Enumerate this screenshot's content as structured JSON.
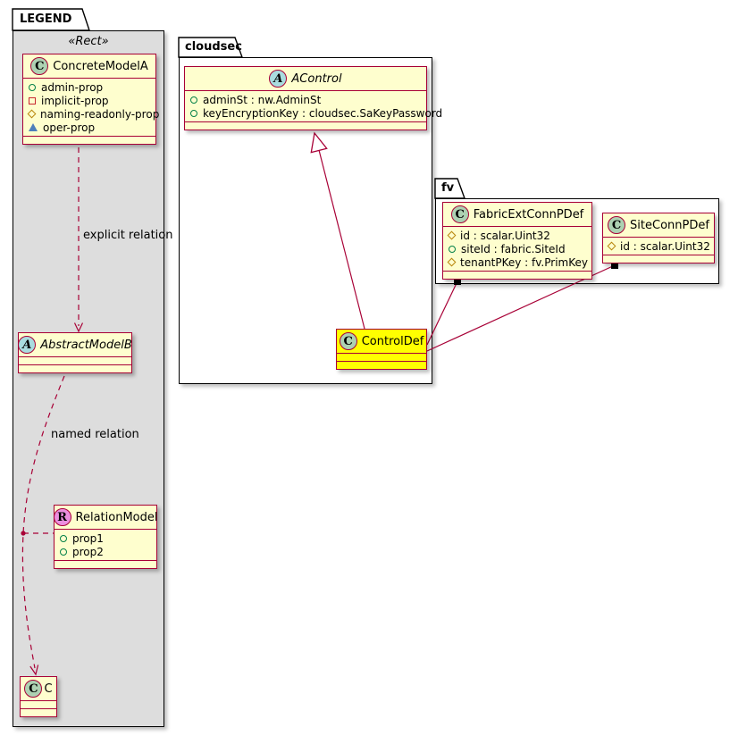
{
  "packages": {
    "legend": {
      "label": "LEGEND",
      "stereotype": "«Rect»"
    },
    "cloudsec": {
      "label": "cloudsec"
    },
    "fv": {
      "label": "fv"
    }
  },
  "classes": {
    "concreteModelA": {
      "icon": "C",
      "name": "ConcreteModelA",
      "props": [
        {
          "glyph": "circle",
          "text": "admin-prop"
        },
        {
          "glyph": "square",
          "text": "implicit-prop"
        },
        {
          "glyph": "diamond",
          "text": "naming-readonly-prop"
        },
        {
          "glyph": "triangle",
          "text": "oper-prop"
        }
      ]
    },
    "abstractModelB": {
      "icon": "A",
      "name": "AbstractModelB"
    },
    "relationModel": {
      "icon": "R",
      "name": "RelationModel",
      "props": [
        {
          "glyph": "circle",
          "text": "prop1"
        },
        {
          "glyph": "circle",
          "text": "prop2"
        }
      ]
    },
    "c": {
      "icon": "C",
      "name": "C"
    },
    "aControl": {
      "icon": "A",
      "name": "AControl",
      "props": [
        {
          "glyph": "circle",
          "text": "adminSt : nw.AdminSt"
        },
        {
          "glyph": "circle",
          "text": "keyEncryptionKey : cloudsec.SaKeyPassword"
        }
      ]
    },
    "controlDef": {
      "icon": "C",
      "name": "ControlDef"
    },
    "fabricExtConnPDef": {
      "icon": "C",
      "name": "FabricExtConnPDef",
      "props": [
        {
          "glyph": "diamond",
          "text": "id : scalar.Uint32"
        },
        {
          "glyph": "circle",
          "text": "siteId : fabric.SiteId"
        },
        {
          "glyph": "diamond",
          "text": "tenantPKey : fv.PrimKey"
        }
      ]
    },
    "siteConnPDef": {
      "icon": "C",
      "name": "SiteConnPDef",
      "props": [
        {
          "glyph": "diamond",
          "text": "id : scalar.Uint32"
        }
      ]
    }
  },
  "relations": {
    "explicit_label": "explicit relation",
    "named_label": "named relation"
  },
  "colors": {
    "class_fill": "#FEFECE",
    "class_border": "#A80036",
    "highlight_fill": "#FFFF00",
    "legend_fill": "#DDDDDD",
    "relation": "#A80036",
    "spot_class": "#ADD1B2",
    "spot_abstract": "#A9DCDF",
    "spot_relation": "#EB8FE0"
  }
}
